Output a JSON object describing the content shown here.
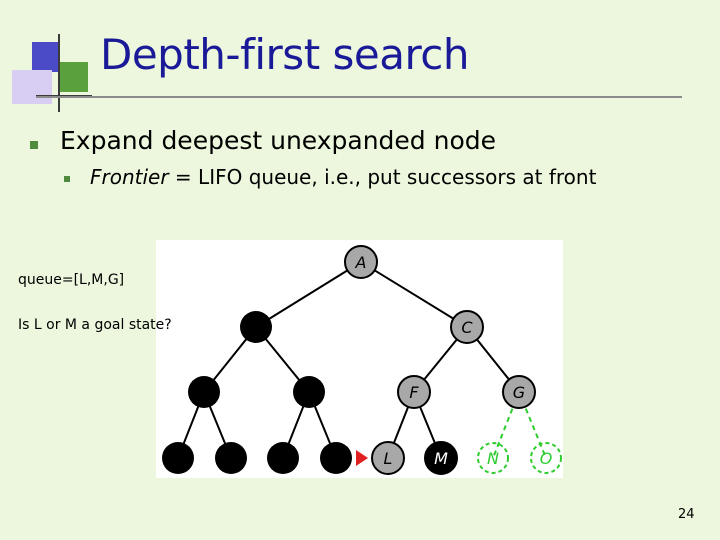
{
  "slide": {
    "title": "Depth-first search",
    "bullets": [
      {
        "text": "Expand deepest unexpanded node",
        "sub": [
          {
            "emphasis": "Frontier",
            "text": " = LIFO queue, i.e., put successors at front"
          }
        ]
      }
    ],
    "annotations": {
      "queue": "queue=[L,M,G]",
      "question": "Is L or M a goal state?"
    },
    "page_number": "24"
  },
  "tree": {
    "node_labels": {
      "A": "A",
      "C": "C",
      "F": "F",
      "G": "G",
      "L": "L",
      "M": "M",
      "N": "N",
      "O": "O"
    },
    "colors": {
      "expanded": "#000000",
      "visited": "#a8a8a8",
      "unvisited": "#2ecc2e",
      "pointer": "#e02020",
      "accent_blue": "#4b4bc8",
      "accent_purple": "#d2c8f0",
      "accent_green": "#5aa03c"
    }
  }
}
